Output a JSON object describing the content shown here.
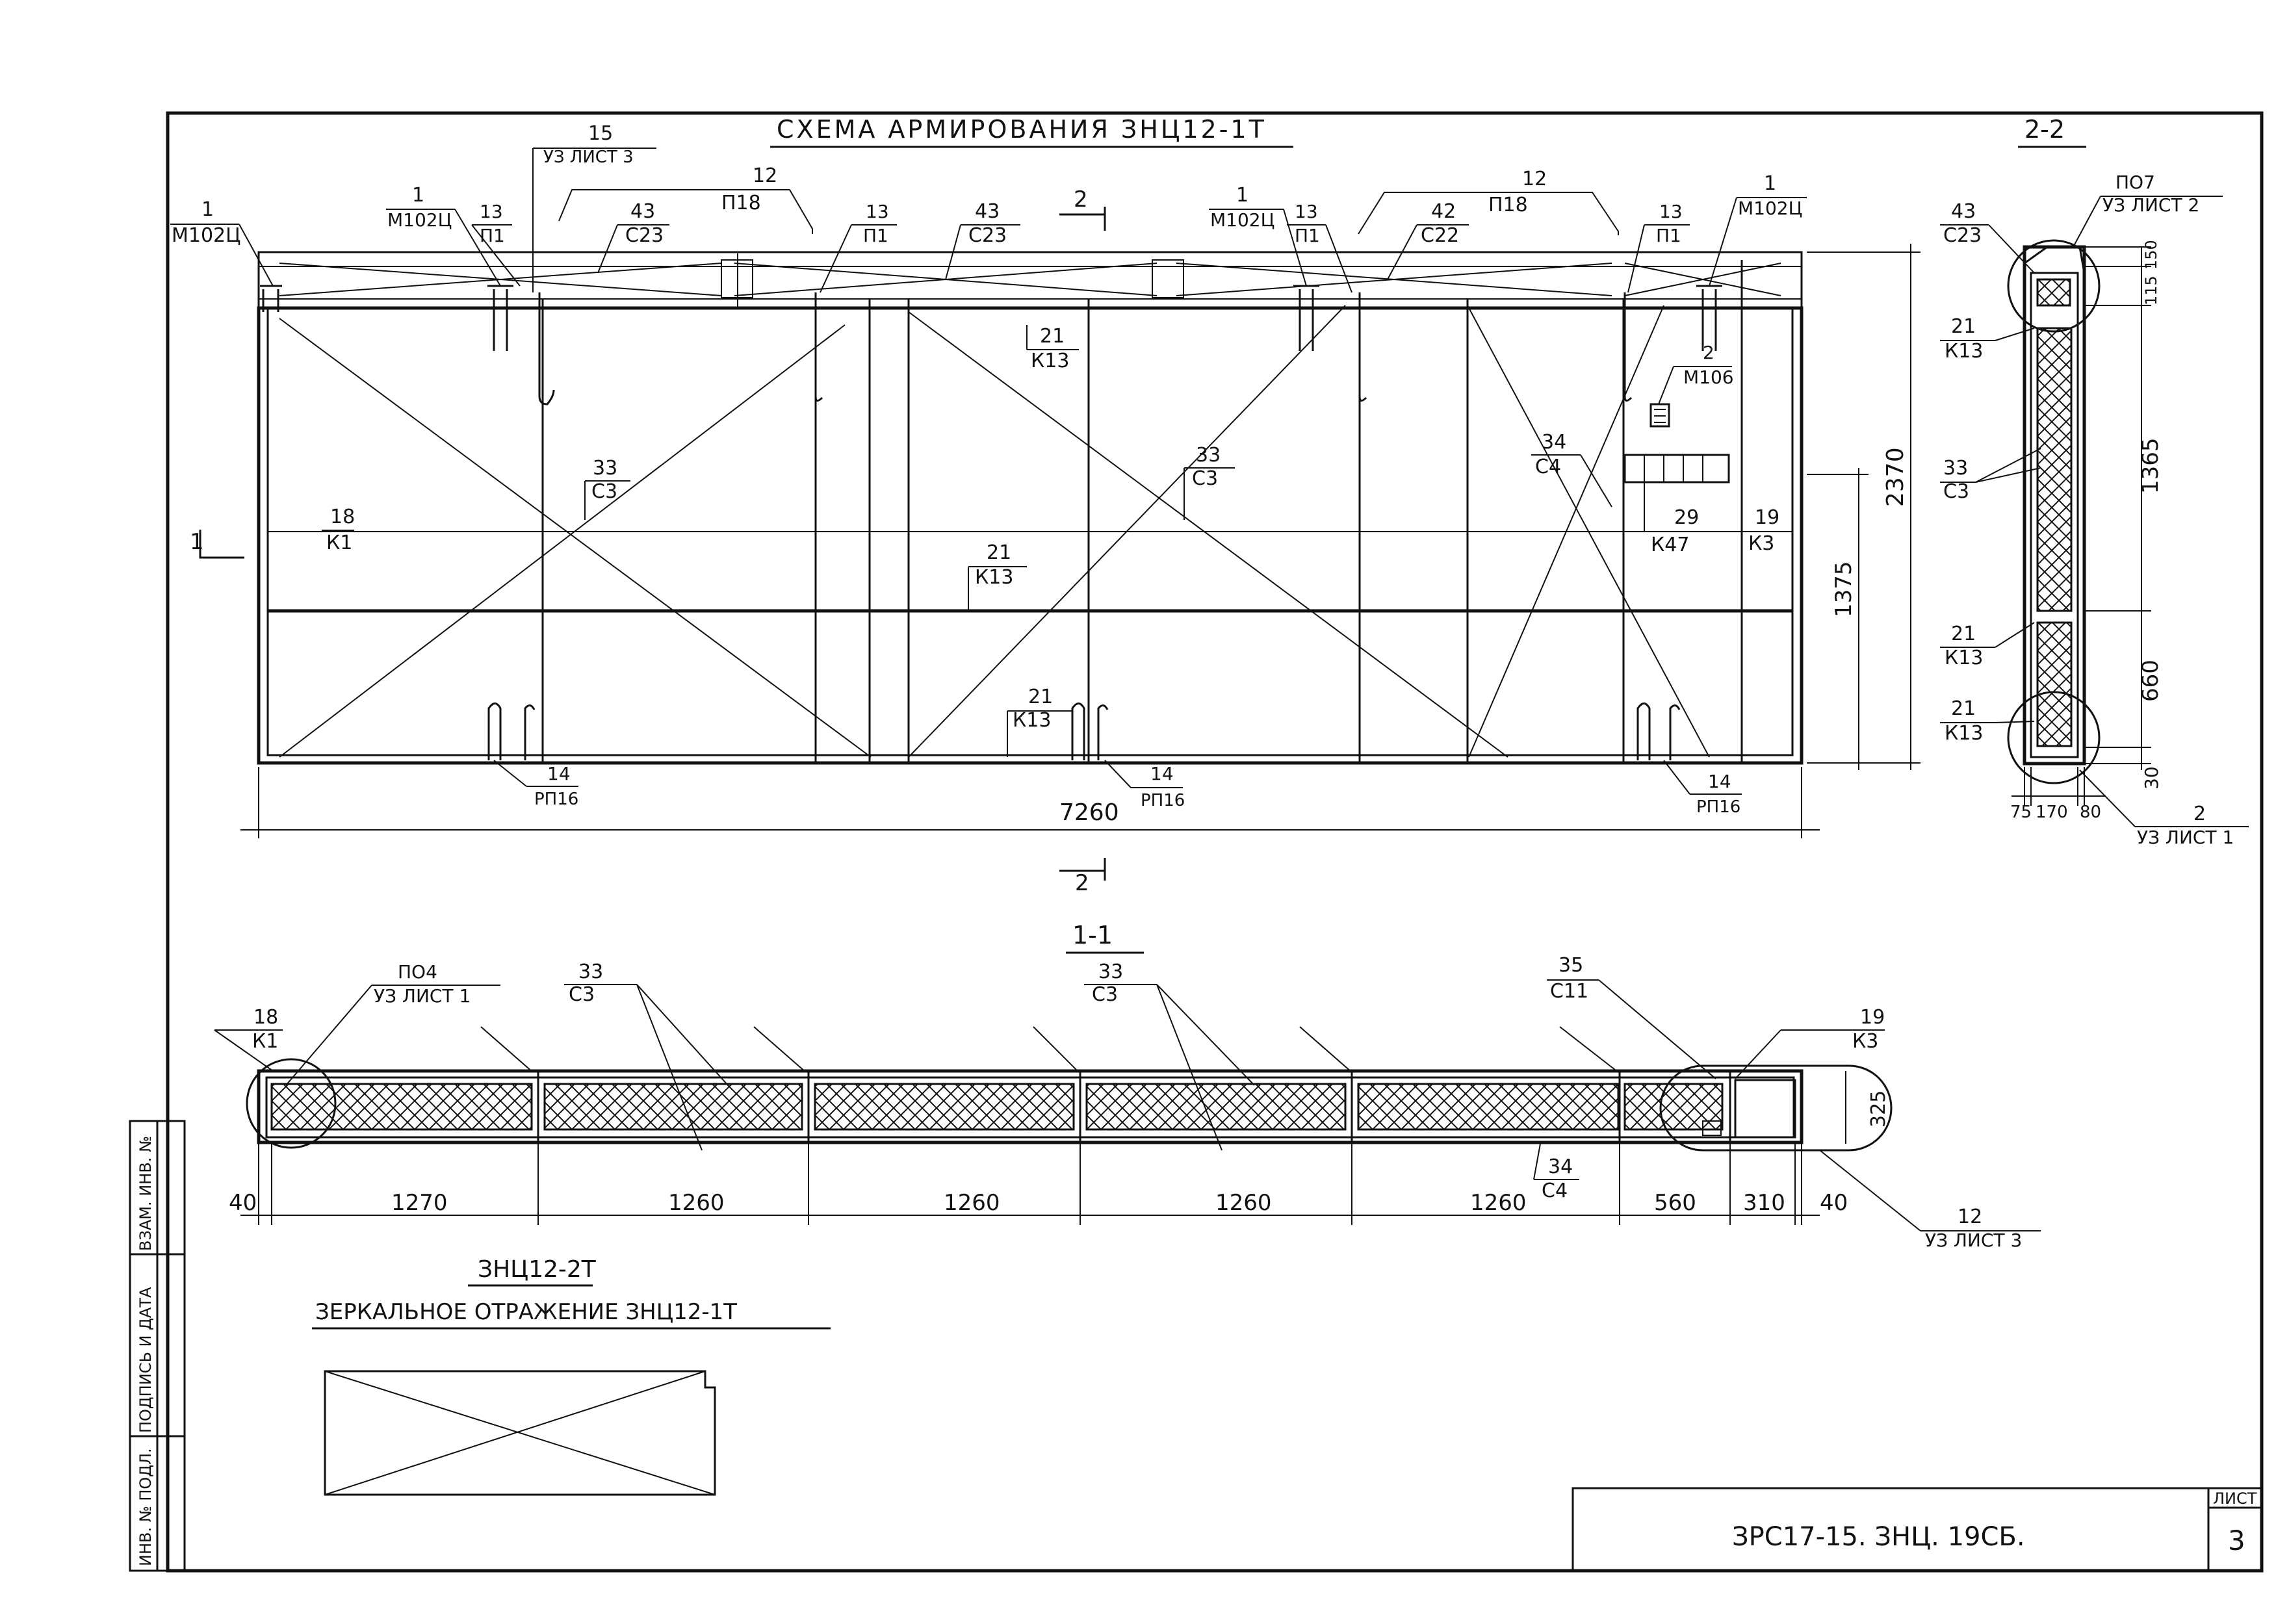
{
  "titles": {
    "main_scheme": "СХЕМА АРМИРОВАНИЯ ЗНЦ12-1Т",
    "section_22": "2-2",
    "section_11": "1-1",
    "variant_code": "ЗНЦ12-2Т",
    "variant_text": "ЗЕРКАЛЬНОЕ ОТРАЖЕНИЕ ЗНЦ12-1Т"
  },
  "elevation": {
    "callouts": {
      "m102_left": {
        "num": "1",
        "code": "М102Ц"
      },
      "m102_b": {
        "num": "1",
        "code": "М102Ц"
      },
      "p1_a": {
        "num": "13",
        "code": "П1"
      },
      "ref15": {
        "num": "15",
        "code": "УЗ ЛИСТ 3"
      },
      "c23_a": {
        "num": "43",
        "code": "С23"
      },
      "p18_a": {
        "num": "12",
        "code": "П18"
      },
      "p1_b": {
        "num": "13",
        "code": "П1"
      },
      "c23_b": {
        "num": "43",
        "code": "С23"
      },
      "m102_c": {
        "num": "1",
        "code": "М102Ц"
      },
      "p1_c": {
        "num": "13",
        "code": "П1"
      },
      "c22": {
        "num": "42",
        "code": "С22"
      },
      "p18_b": {
        "num": "12",
        "code": "П18"
      },
      "p1_d": {
        "num": "13",
        "code": "П1"
      },
      "m102_right": {
        "num": "1",
        "code": "М102Ц"
      },
      "k13_top": {
        "num": "21",
        "code": "К13"
      },
      "m106": {
        "num": "2",
        "code": "М106"
      },
      "c4": {
        "num": "34",
        "code": "С4"
      },
      "c3_a": {
        "num": "33",
        "code": "С3"
      },
      "c3_b": {
        "num": "33",
        "code": "С3"
      },
      "k1": {
        "num": "18",
        "code": "К1"
      },
      "k13_mid": {
        "num": "21",
        "code": "К13"
      },
      "k47": {
        "num": "29",
        "code": "К47"
      },
      "k3": {
        "num": "19",
        "code": "К3"
      },
      "k13_bot": {
        "num": "21",
        "code": "К13"
      },
      "rp16_a": {
        "num": "14",
        "code": "РП16"
      },
      "rp16_b": {
        "num": "14",
        "code": "РП16"
      },
      "rp16_c": {
        "num": "14",
        "code": "РП16"
      }
    },
    "section_marker_num": "2",
    "section_marker_left": "1",
    "dims": {
      "total_length": "7260",
      "height": "2370",
      "height_inner": "1375"
    }
  },
  "section_22": {
    "callouts": {
      "ref7": {
        "num": "ПО7",
        "code": "УЗ ЛИСТ 2"
      },
      "c23": {
        "num": "43",
        "code": "С23"
      },
      "k13_a": {
        "num": "21",
        "code": "К13"
      },
      "c3": {
        "num": "33",
        "code": "С3"
      },
      "k13_b": {
        "num": "21",
        "code": "К13"
      },
      "k13_c": {
        "num": "21",
        "code": "К13"
      },
      "ref2": {
        "num": "2",
        "code": "УЗ ЛИСТ 1"
      }
    },
    "dims": {
      "d150": "150",
      "d115": "115",
      "d1365": "1365",
      "d660": "660",
      "d30": "30",
      "w75": "75",
      "w170": "170",
      "w80": "80"
    }
  },
  "section_11": {
    "callouts": {
      "ref4": {
        "num": "ПО4",
        "code": "УЗ ЛИСТ 1"
      },
      "k1": {
        "num": "18",
        "code": "К1"
      },
      "c3_a": {
        "num": "33",
        "code": "С3"
      },
      "c3_b": {
        "num": "33",
        "code": "С3"
      },
      "c11": {
        "num": "35",
        "code": "С11"
      },
      "k3": {
        "num": "19",
        "code": "К3"
      },
      "c4": {
        "num": "34",
        "code": "С4"
      },
      "ref12": {
        "num": "12",
        "code": "УЗ ЛИСТ 3"
      }
    },
    "dims": {
      "d40a": "40",
      "d1270": "1270",
      "d1260a": "1260",
      "d1260b": "1260",
      "d1260c": "1260",
      "d1260d": "1260",
      "d560": "560",
      "d310": "310",
      "d40b": "40",
      "height": "325"
    }
  },
  "side_stamp": {
    "cells": [
      "ИНВ. № ПОДЛ.",
      "ПОДПИСЬ И ДАТА",
      "ВЗАМ. ИНВ. №"
    ]
  },
  "title_block": {
    "doc_code": "ЗРС17-15. ЗНЦ. 19СБ.",
    "sheet_label": "ЛИСТ",
    "sheet_number": "3"
  }
}
